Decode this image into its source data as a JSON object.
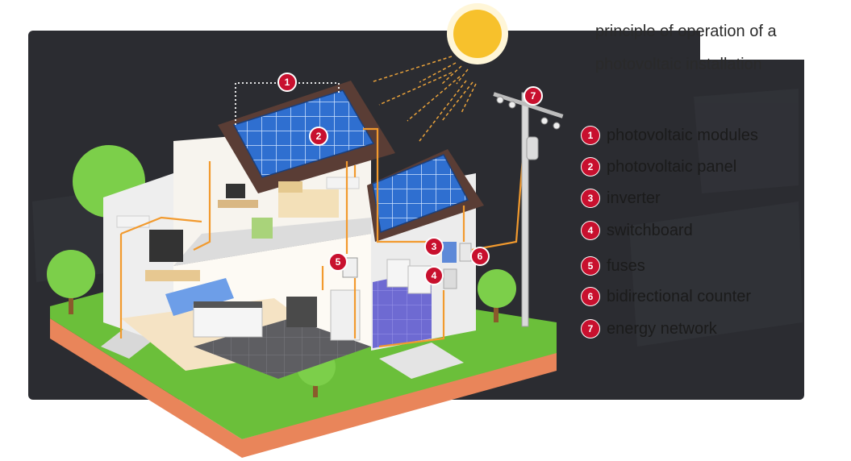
{
  "title": {
    "line1": "principle of operation of a",
    "line2": "photovoltaic installation"
  },
  "legend": [
    {
      "num": "1",
      "label": "photovoltaic modules"
    },
    {
      "num": "2",
      "label": "photovoltaic panel"
    },
    {
      "num": "3",
      "label": "inverter"
    },
    {
      "num": "4",
      "label": "switchboard"
    },
    {
      "num": "5",
      "label": "fuses"
    },
    {
      "num": "6",
      "label": "bidirectional counter"
    },
    {
      "num": "7",
      "label": "energy network"
    }
  ],
  "markers": [
    "1",
    "2",
    "3",
    "4",
    "5",
    "6",
    "7"
  ],
  "colors": {
    "background_panel": "#2b2c31",
    "accent_red": "#c8102e",
    "solar_panel": "#2f6fd0",
    "roof": "#5a3d35",
    "grass": "#6bbf3a",
    "soil": "#e9855a",
    "sun": "#f7c12c",
    "wire": "#f29a2e"
  }
}
